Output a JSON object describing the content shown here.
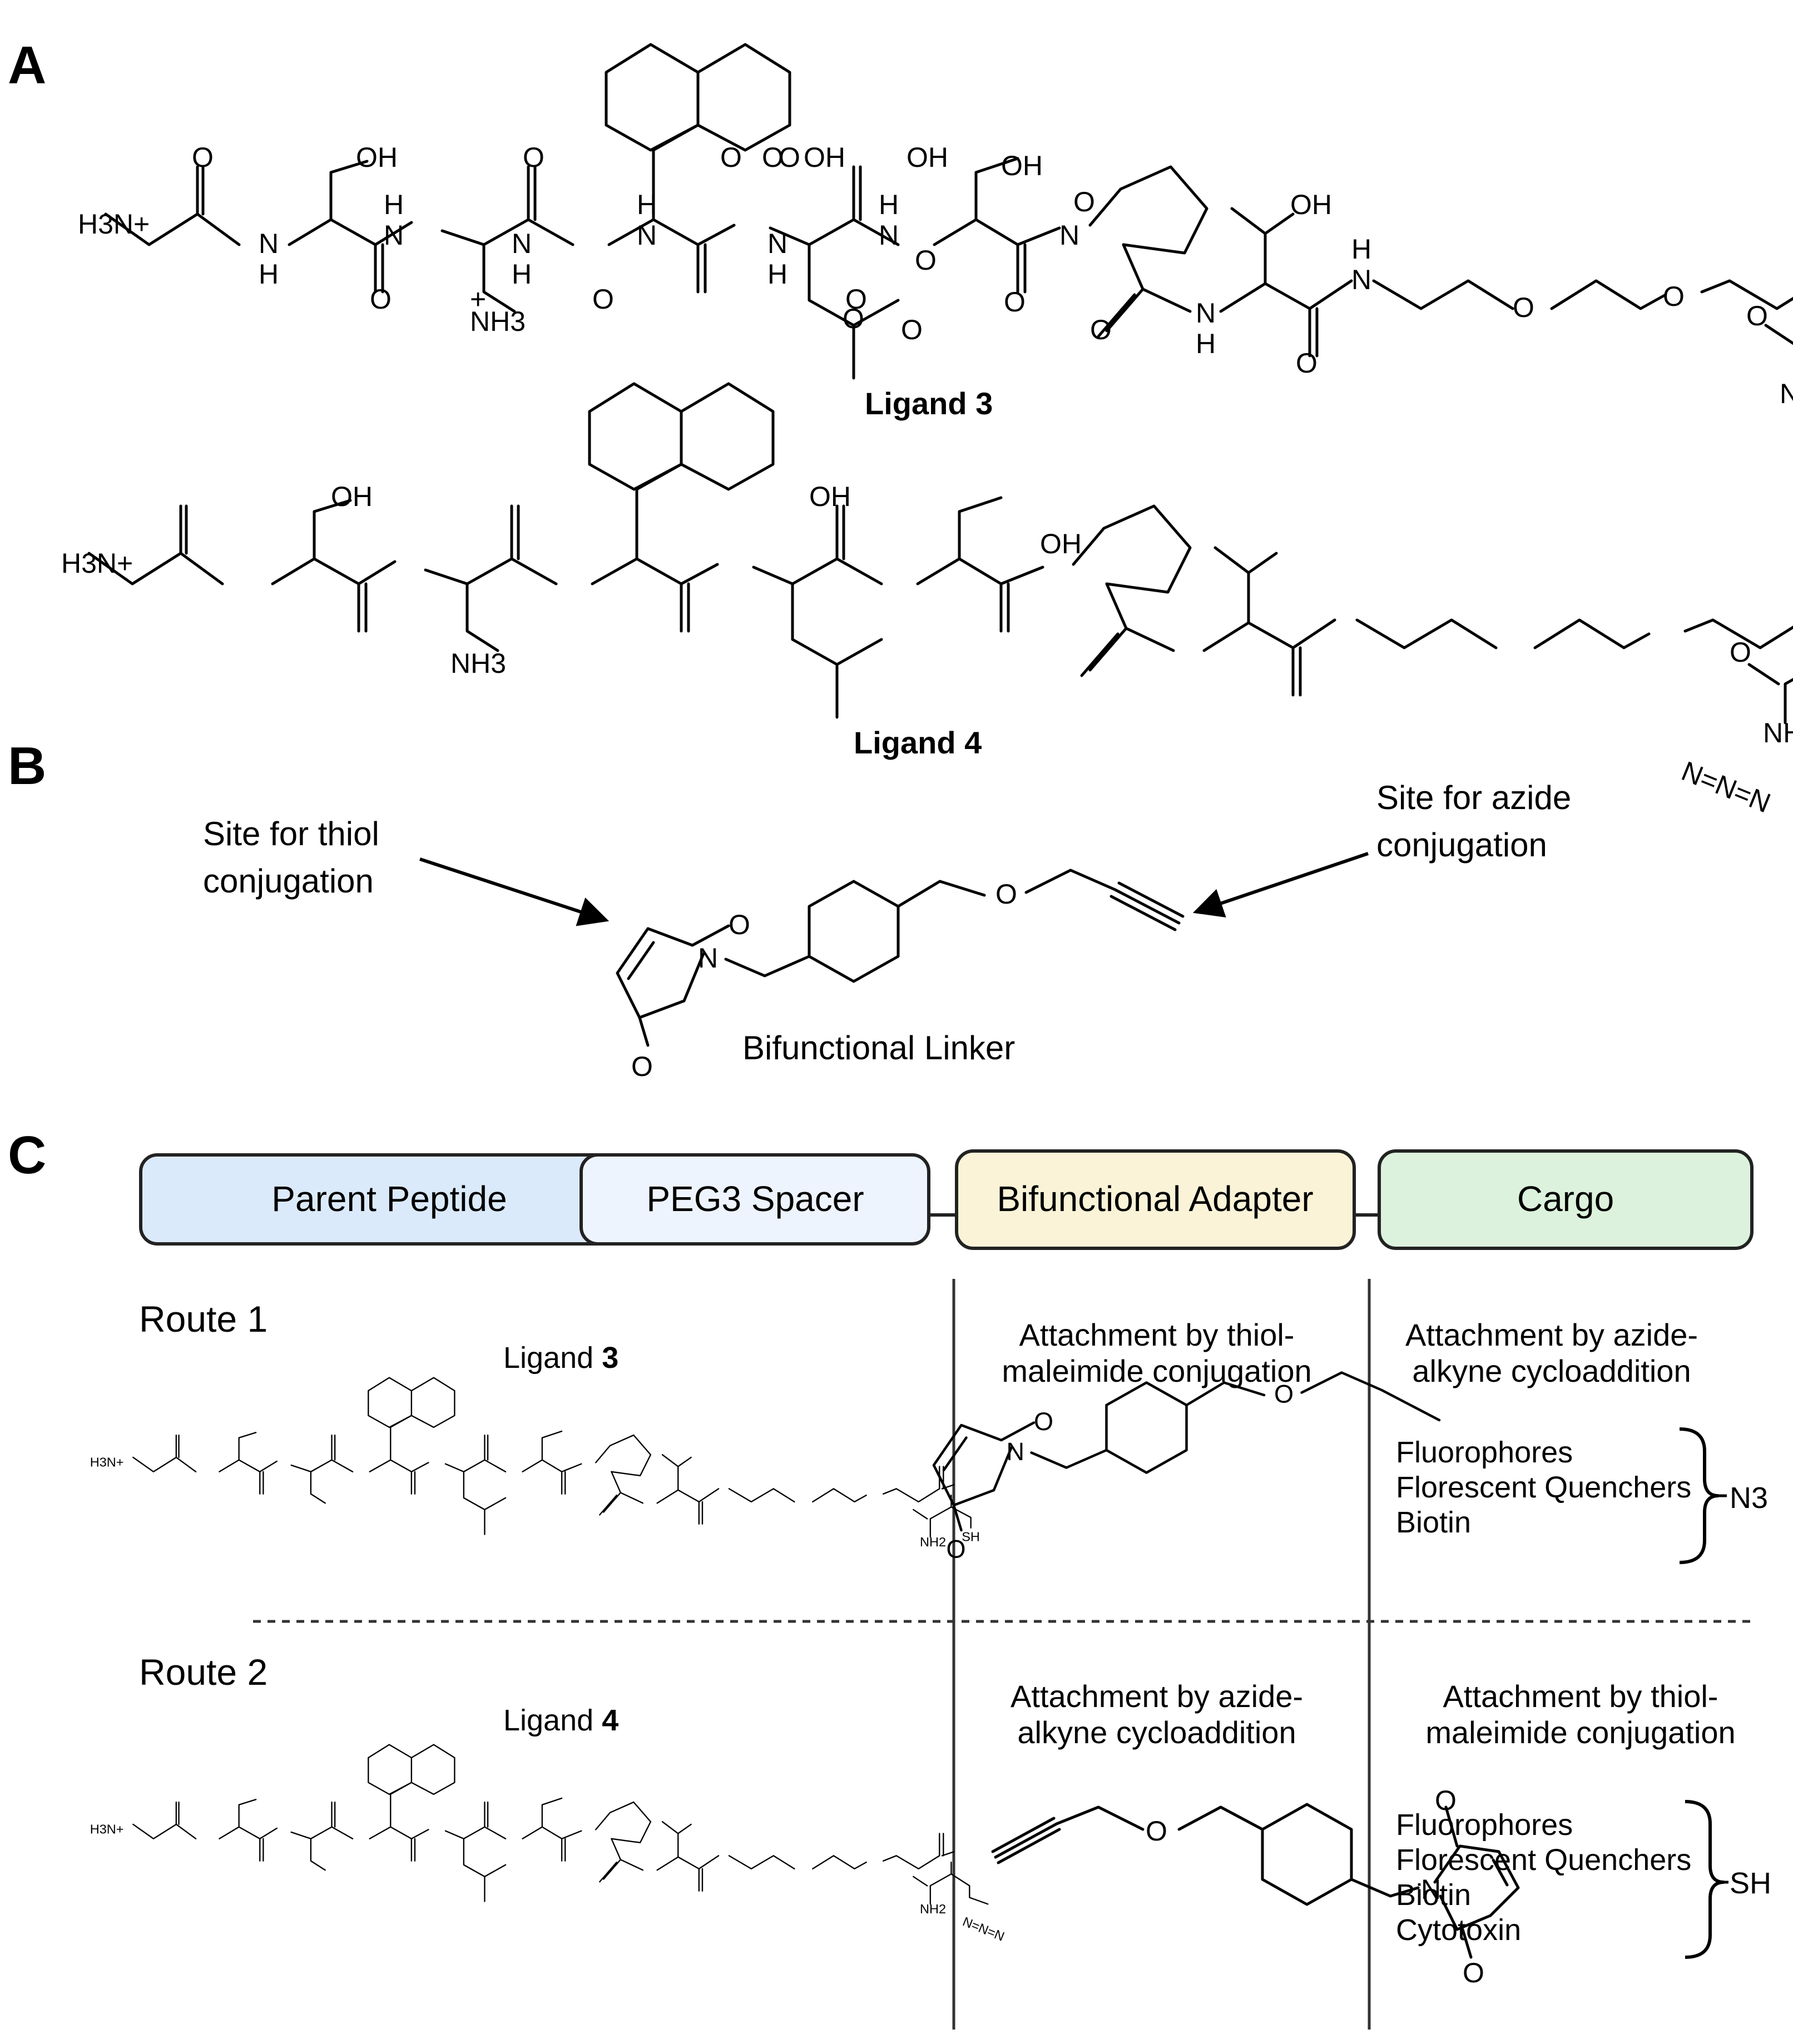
{
  "panels": {
    "a": "A",
    "b": "B",
    "c": "C"
  },
  "panel_a": {
    "ligand3_label": "Ligand 3",
    "ligand4_label": "Ligand 4",
    "atoms": {
      "amine": "H3N+",
      "hydroxyl": "OH",
      "oxygen": "O",
      "nh": "NH",
      "n": "N",
      "h": "H",
      "ammonium": "NH3",
      "plus": "+",
      "amide_nh2": "NH2",
      "thiol": "SH",
      "azide": "N=N=N"
    }
  },
  "panel_b": {
    "thiol_site": [
      "Site for thiol",
      "conjugation"
    ],
    "azide_site": [
      "Site for azide",
      "conjugation"
    ],
    "linker_label": "Bifunctional Linker"
  },
  "panel_c": {
    "bar": {
      "parent_peptide": "Parent Peptide",
      "spacer": "PEG3 Spacer",
      "adapter": "Bifunctional Adapter",
      "cargo": "Cargo"
    },
    "route1": {
      "title": "Route 1",
      "ligand_prefix": "Ligand",
      "ligand_number": "3",
      "adapter_text": [
        "Attachment by thiol-",
        "maleimide conjugation"
      ],
      "cargo_text": [
        "Attachment by azide-",
        "alkyne cycloaddition"
      ],
      "cargo_items": [
        "Fluorophores",
        "Florescent Quenchers",
        "Biotin"
      ],
      "cargo_group": "N3"
    },
    "route2": {
      "title": "Route 2",
      "ligand_prefix": "Ligand",
      "ligand_number": "4",
      "adapter_text": [
        "Attachment by azide-",
        "alkyne cycloaddition"
      ],
      "cargo_text": [
        "Attachment by thiol-",
        "maleimide conjugation"
      ],
      "cargo_items": [
        "Fluorophores",
        "Florescent Quenchers",
        "Biotin",
        "Cytotoxin"
      ],
      "cargo_group": "SH"
    }
  },
  "colors": {
    "parent_peptide": "#dbeafb",
    "spacer": "#eef4fd",
    "adapter": "#faf3d7",
    "cargo": "#dcf2dc",
    "outline": "#222222"
  }
}
